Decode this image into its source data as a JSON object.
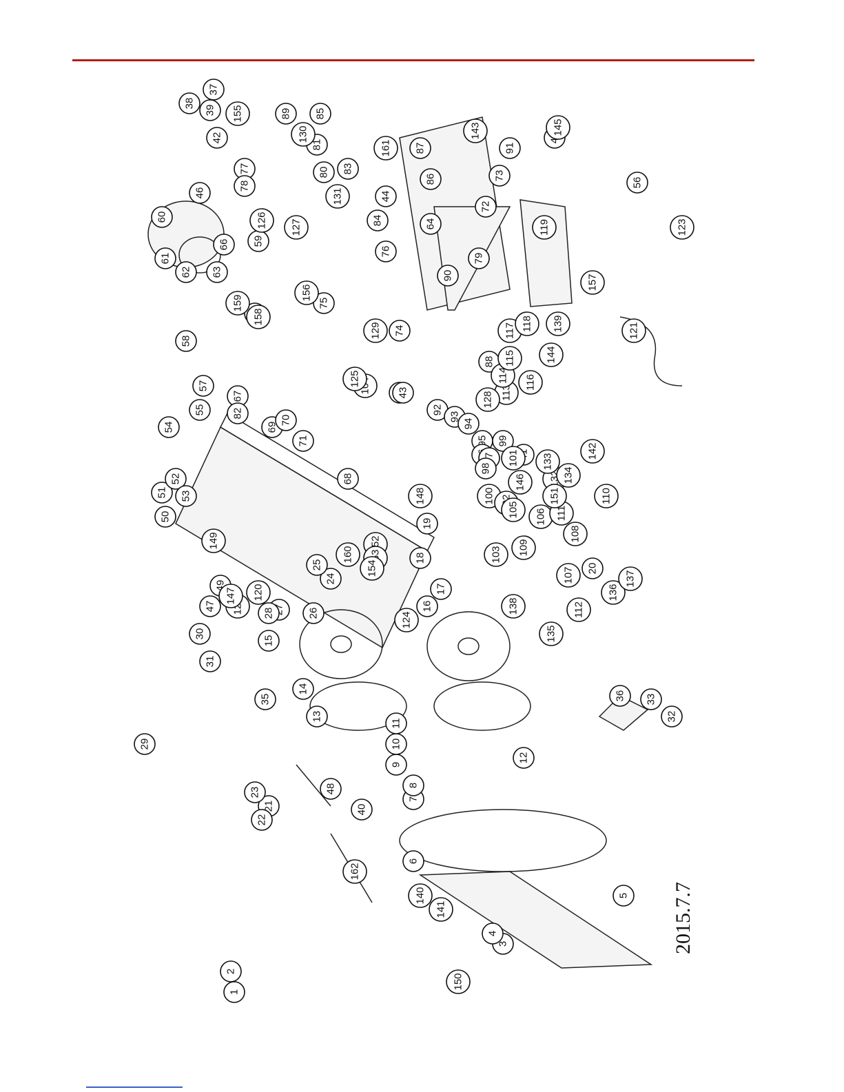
{
  "date_stamp": "2015.7.7",
  "callouts": [
    "1",
    "2",
    "3",
    "4",
    "5",
    "6",
    "7",
    "8",
    "9",
    "10",
    "11",
    "12",
    "13",
    "14",
    "15",
    "16",
    "17",
    "18",
    "19",
    "20",
    "21",
    "22",
    "23",
    "24",
    "25",
    "26",
    "27",
    "28",
    "29",
    "30",
    "31",
    "32",
    "33",
    "34",
    "35",
    "36",
    "37",
    "38",
    "39",
    "40",
    "41",
    "42",
    "43",
    "44",
    "45",
    "46",
    "47",
    "48",
    "49",
    "50",
    "51",
    "52",
    "53",
    "54",
    "55",
    "56",
    "57",
    "58",
    "59",
    "60",
    "61",
    "62",
    "63",
    "64",
    "65",
    "66",
    "67",
    "68",
    "69",
    "70",
    "71",
    "72",
    "73",
    "74",
    "75",
    "76",
    "77",
    "78",
    "79",
    "80",
    "81",
    "82",
    "83",
    "84",
    "85",
    "86",
    "87",
    "88",
    "89",
    "90",
    "91",
    "92",
    "93",
    "94",
    "95",
    "96",
    "97",
    "98",
    "99",
    "100",
    "101",
    "102",
    "103",
    "104",
    "105",
    "106",
    "107",
    "108",
    "109",
    "110",
    "111",
    "112",
    "113",
    "114",
    "115",
    "116",
    "117",
    "118",
    "119",
    "120",
    "121",
    "122",
    "123",
    "124",
    "125",
    "126",
    "127",
    "128",
    "129",
    "130",
    "131",
    "132",
    "133",
    "134",
    "135",
    "136",
    "137",
    "138",
    "139",
    "140",
    "141",
    "142",
    "143",
    "144",
    "145",
    "146",
    "147",
    "148",
    "149",
    "150",
    "151",
    "152",
    "153",
    "154",
    "155",
    "156",
    "157",
    "158",
    "159",
    "160",
    "161",
    "162"
  ]
}
